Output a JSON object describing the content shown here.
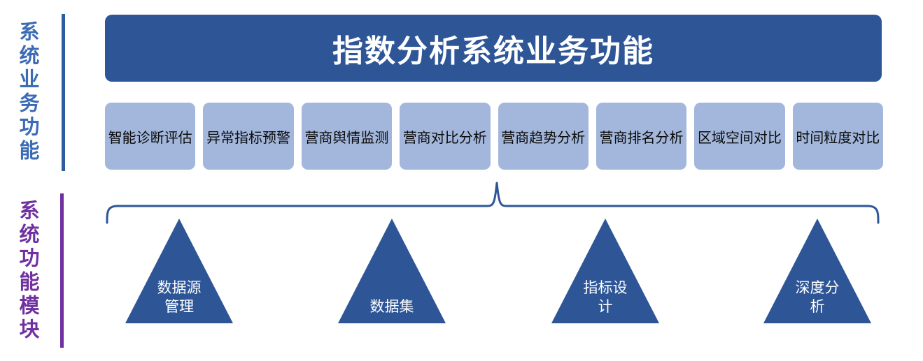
{
  "colors": {
    "dark_blue": "#2E5697",
    "light_blue": "#A3B7DC",
    "rail_blue": "#3B6BB4",
    "rail_purple": "#7030A0",
    "title_text": "#ffffff",
    "box_text": "#0b0b0b"
  },
  "left_rail": {
    "top_label": "系统业务功能",
    "bottom_label": "系统功能模块"
  },
  "banner": {
    "title": "指数分析系统业务功能"
  },
  "function_boxes": [
    "智能诊断评估",
    "异常指标预警",
    "营商舆情监测",
    "营商对比分析",
    "营商趋势分析",
    "营商排名分析",
    "区域空间对比",
    "时间粒度对比"
  ],
  "modules": [
    {
      "label": "数据源\n管理"
    },
    {
      "label": "数据集"
    },
    {
      "label": "指标设\n计"
    },
    {
      "label": "深度分\n析"
    }
  ]
}
